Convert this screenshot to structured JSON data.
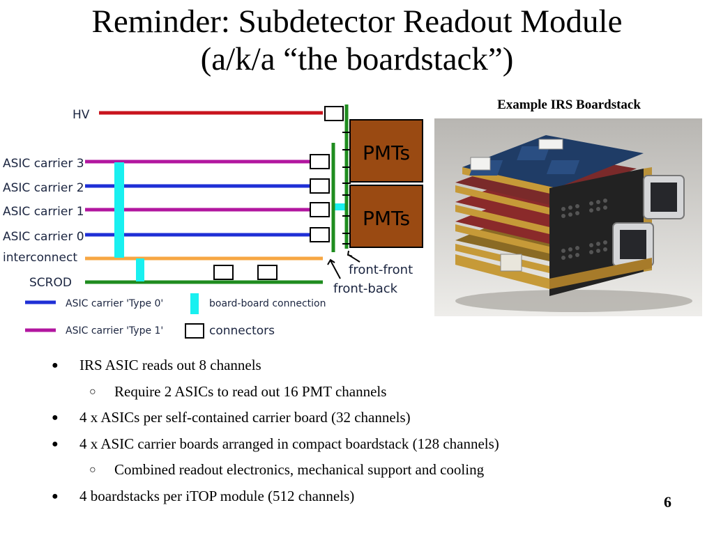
{
  "title": {
    "line1": "Reminder: Subdetector Readout Module",
    "line2": "(a/k/a “the boardstack”)"
  },
  "diagram": {
    "labels": {
      "hv": "HV",
      "carrier3": "ASIC carrier 3",
      "carrier2": "ASIC carrier 2",
      "carrier1": "ASIC carrier 1",
      "carrier0": "ASIC carrier 0",
      "interconnect": "interconnect",
      "scrod": "SCROD",
      "pmt_top": "PMTs",
      "pmt_bottom": "PMTs",
      "front_front": "front-front",
      "front_back": "front-back"
    },
    "legend": {
      "type0": "ASIC carrier 'Type 0'",
      "type1": "ASIC carrier 'Type 1'",
      "board_conn": "board-board connection",
      "connectors": "connectors"
    },
    "colors": {
      "hv": "#c8141e",
      "type1": "#b2169f",
      "type0": "#1f2fd6",
      "interconnect": "#f7a743",
      "scrod": "#1f8c1f",
      "board_board": "#19f0f0",
      "pmt": "#9a4a12",
      "green_board": "#1f8c1f"
    }
  },
  "photo": {
    "caption": "Example IRS Boardstack",
    "icon": "boardstack-photo"
  },
  "bullets": [
    {
      "level": 1,
      "text": "IRS ASIC reads out 8 channels"
    },
    {
      "level": 2,
      "text": "Require 2 ASICs to read out 16 PMT channels"
    },
    {
      "level": 1,
      "text": "4 x ASICs per self-contained carrier board (32 channels)"
    },
    {
      "level": 1,
      "text": "4 x ASIC carrier boards arranged in compact boardstack (128 channels)"
    },
    {
      "level": 2,
      "text": "Combined readout electronics, mechanical support and cooling"
    },
    {
      "level": 1,
      "text": "4 boardstacks per iTOP module (512 channels)"
    }
  ],
  "markers": {
    "level1": "●",
    "level2": "○"
  },
  "page_number": "6"
}
